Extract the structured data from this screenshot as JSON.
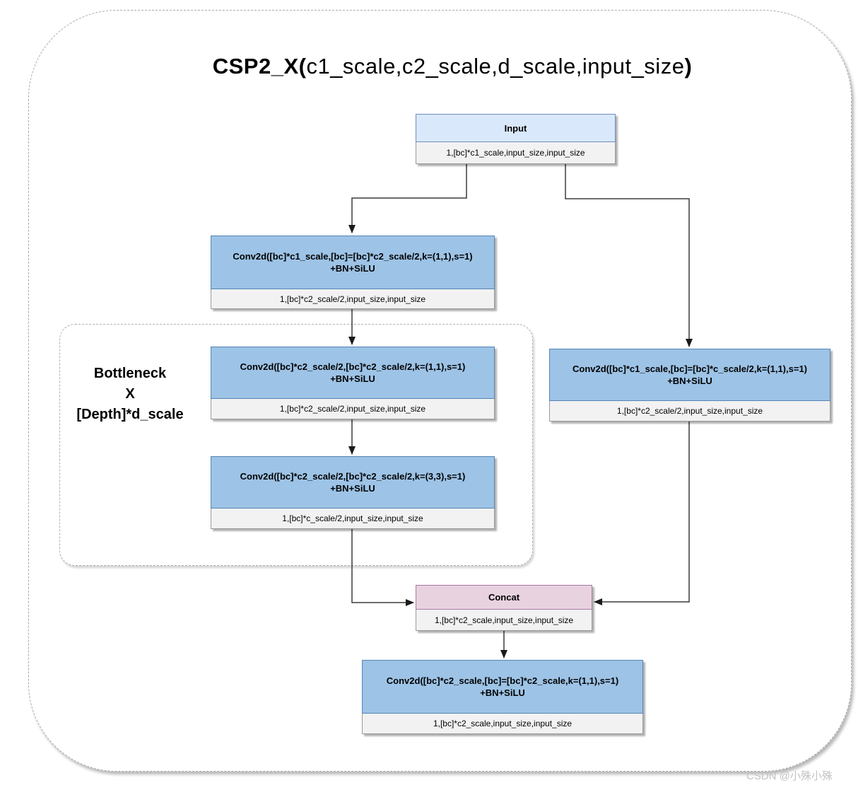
{
  "title": {
    "bold_prefix": "CSP2_X(",
    "params": "c1_scale,c2_scale,d_scale,input_size",
    "bold_suffix": ")"
  },
  "bottleneck": {
    "label_line1": "Bottleneck",
    "label_line2": "X",
    "label_line3": "[Depth]*d_scale"
  },
  "nodes": {
    "input": {
      "title": "Input",
      "shape": "1,[bc]*c1_scale,input_size,input_size"
    },
    "conv_pre": {
      "title": "Conv2d([bc]*c1_scale,[bc]=[bc]*c2_scale/2,k=(1,1),s=1)",
      "activation": "+BN+SiLU",
      "shape": "1,[bc]*c2_scale/2,input_size,input_size"
    },
    "bottleneck_conv1": {
      "title": "Conv2d([bc]*c2_scale/2,[bc]*c2_scale/2,k=(1,1),s=1)",
      "activation": "+BN+SiLU",
      "shape": "1,[bc]*c2_scale/2,input_size,input_size"
    },
    "bottleneck_conv2": {
      "title": "Conv2d([bc]*c2_scale/2,[bc]*c2_scale/2,k=(3,3),s=1)",
      "activation": "+BN+SiLU",
      "shape": "1,[bc]*c_scale/2,input_size,input_size"
    },
    "conv_right": {
      "title": "Conv2d([bc]*c1_scale,[bc]=[bc]*c_scale/2,k=(1,1),s=1)",
      "activation": "+BN+SiLU",
      "shape": "1,[bc]*c2_scale/2,input_size,input_size"
    },
    "concat": {
      "title": "Concat",
      "shape": "1,[bc]*c2_scale,input_size,input_size"
    },
    "conv_out": {
      "title": "Conv2d([bc]*c2_scale,[bc]=[bc]*c2_scale,k=(1,1),s=1)",
      "activation": "+BN+SiLU",
      "shape": "1,[bc]*c2_scale,input_size,input_size"
    }
  },
  "watermark": "CSDN @小殊小殊",
  "colors": {
    "conv_fill": "#9dc3e6",
    "conv_border": "#5585b5",
    "input_fill": "#dae8fc",
    "input_border": "#6c8ebf",
    "concat_fill": "#e8d2e0",
    "concat_border": "#aa7ba3",
    "shape_fill": "#f2f2f2",
    "shape_border": "#9a9a9a",
    "edge": "#3b3b3b"
  }
}
